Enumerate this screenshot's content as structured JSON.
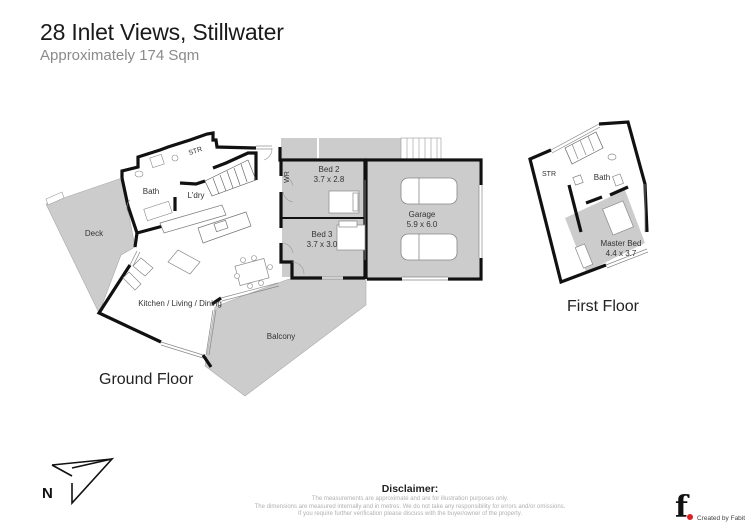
{
  "header": {
    "title": "28 Inlet Views, Stillwater",
    "subtitle": "Approximately 174 Sqm"
  },
  "ground_floor": {
    "label": "Ground Floor",
    "rooms": [
      {
        "name": "Deck",
        "dims": ""
      },
      {
        "name": "Bath",
        "dims": ""
      },
      {
        "name": "STR",
        "dims": ""
      },
      {
        "name": "L'dry",
        "dims": ""
      },
      {
        "name": "WR",
        "dims": ""
      },
      {
        "name": "Bed 2",
        "dims": "3.7 x 2.8"
      },
      {
        "name": "Bed 3",
        "dims": "3.7 x 3.0"
      },
      {
        "name": "Garage",
        "dims": "5.9 x 6.0"
      },
      {
        "name": "Kitchen / Living / Dining",
        "dims": ""
      },
      {
        "name": "Balcony",
        "dims": ""
      }
    ]
  },
  "first_floor": {
    "label": "First Floor",
    "rooms": [
      {
        "name": "STR",
        "dims": ""
      },
      {
        "name": "Bath",
        "dims": ""
      },
      {
        "name": "Master Bed",
        "dims": "4.4 x 3.7"
      }
    ]
  },
  "compass": {
    "letter": "N",
    "icon": "north-arrow-icon"
  },
  "disclaimer": {
    "heading": "Disclaimer:",
    "lines": [
      "The measurements are approximate and are for illustration purposes only.",
      "The dimensions are measured internally and in metres. We do not take any responsibility for errors and/or omissions.",
      "If you require further verification please discuss with the buyer/owner of the property."
    ]
  },
  "branding": {
    "logo_letter": "f",
    "credit": "Created by Fabit",
    "accent": "#e02020"
  },
  "colors": {
    "wall": "#111111",
    "shaded_area": "#cccccc",
    "interior": "#ffffff"
  }
}
